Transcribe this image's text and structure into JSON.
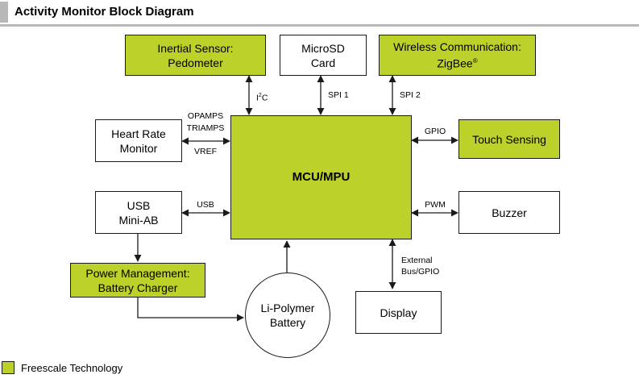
{
  "title": "Activity Monitor Block Diagram",
  "colors": {
    "freescale_green": "#bcd12a",
    "outline": "#1a1a1a",
    "header_gray": "#b8b8b8"
  },
  "blocks": {
    "inertial": {
      "line1": "Inertial Sensor:",
      "line2": "Pedometer"
    },
    "microsd": {
      "line1": "MicroSD",
      "line2": "Card"
    },
    "wireless": {
      "line1": "Wireless Communication:",
      "line2": "ZigBee",
      "mark": "®"
    },
    "heart": {
      "line1": "Heart Rate",
      "line2": "Monitor"
    },
    "mcu": {
      "label": "MCU/MPU"
    },
    "touch": {
      "label": "Touch Sensing"
    },
    "usb": {
      "line1": "USB",
      "line2": "Mini-AB"
    },
    "buzzer": {
      "label": "Buzzer"
    },
    "power": {
      "line1": "Power Management:",
      "line2": "Battery Charger"
    },
    "battery": {
      "line1": "Li-Polymer",
      "line2": "Battery"
    },
    "display": {
      "label": "Display"
    }
  },
  "links": {
    "i2c": {
      "prefix": "I",
      "sup": "2",
      "suffix": "C"
    },
    "spi1": "SPI 1",
    "spi2": "SPI 2",
    "opamps": "OPAMPS",
    "triamps": "TRIAMPS",
    "vref": "VREF",
    "gpio": "GPIO",
    "usb": "USB",
    "pwm": "PWM",
    "external_line1": "External",
    "external_line2": "Bus/GPIO"
  },
  "legend": {
    "label": "Freescale Technology"
  }
}
